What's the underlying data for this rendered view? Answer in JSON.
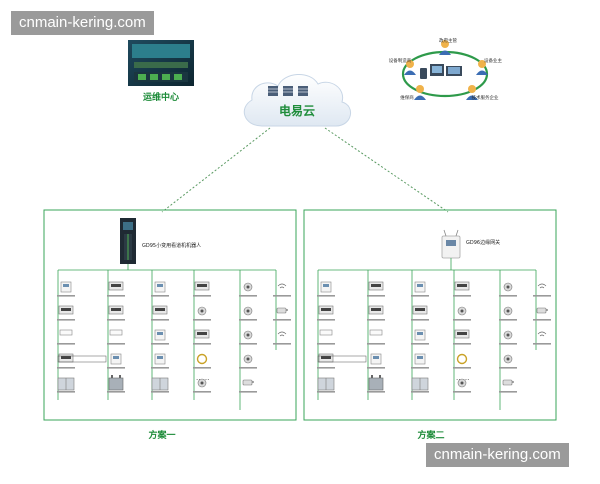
{
  "watermark_top": "cnmain-kering.com",
  "watermark_bottom": "cnmain-kering.com",
  "ops_center_label": "运维中心",
  "cloud_label": "电易云",
  "roles": {
    "top": "政府主管",
    "left": "设备制造商",
    "right": "设备业主",
    "bottom_left": "维保商",
    "bottom_right": "技术服务企业"
  },
  "scheme1": {
    "title": "方案一",
    "device_label": "GD95小变用看道机机器人"
  },
  "scheme2": {
    "title": "方案二",
    "device_label": "GD96边缘网关"
  },
  "ellipsis": "······",
  "colors": {
    "accent_green": "#2e9a4a",
    "title_green": "#1e8c3a",
    "frame_green": "#3aa558",
    "dotted_line": "#5a9a62"
  }
}
